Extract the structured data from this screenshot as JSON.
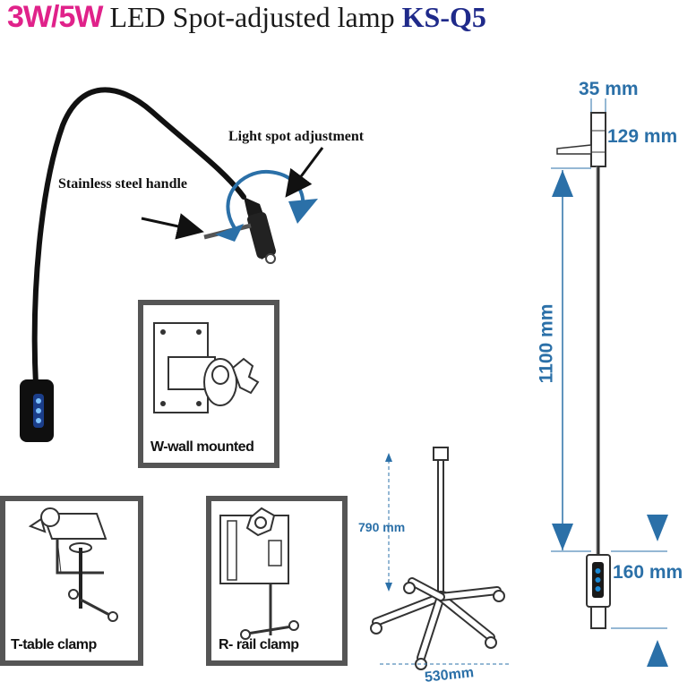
{
  "title": {
    "wattage": "3W/5W",
    "description": "LED Spot-adjusted lamp",
    "model": "KS-Q5"
  },
  "lamp": {
    "spot_label": "Light spot adjustment",
    "handle_label": "Stainless steel handle"
  },
  "mounts": {
    "wall": "W-wall mounted",
    "table": "T-table clamp",
    "rail": "R- rail clamp"
  },
  "stand": {
    "height": "790 mm",
    "base": "530mm"
  },
  "dimensions": {
    "top_diameter": "35 mm",
    "top_section": "129 mm",
    "gooseneck_length": "1100 mm",
    "head_length": "160 mm"
  },
  "colors": {
    "accent_blue": "#2b70a8",
    "title_pink": "#e0228a",
    "title_navy": "#1f2a8a"
  }
}
